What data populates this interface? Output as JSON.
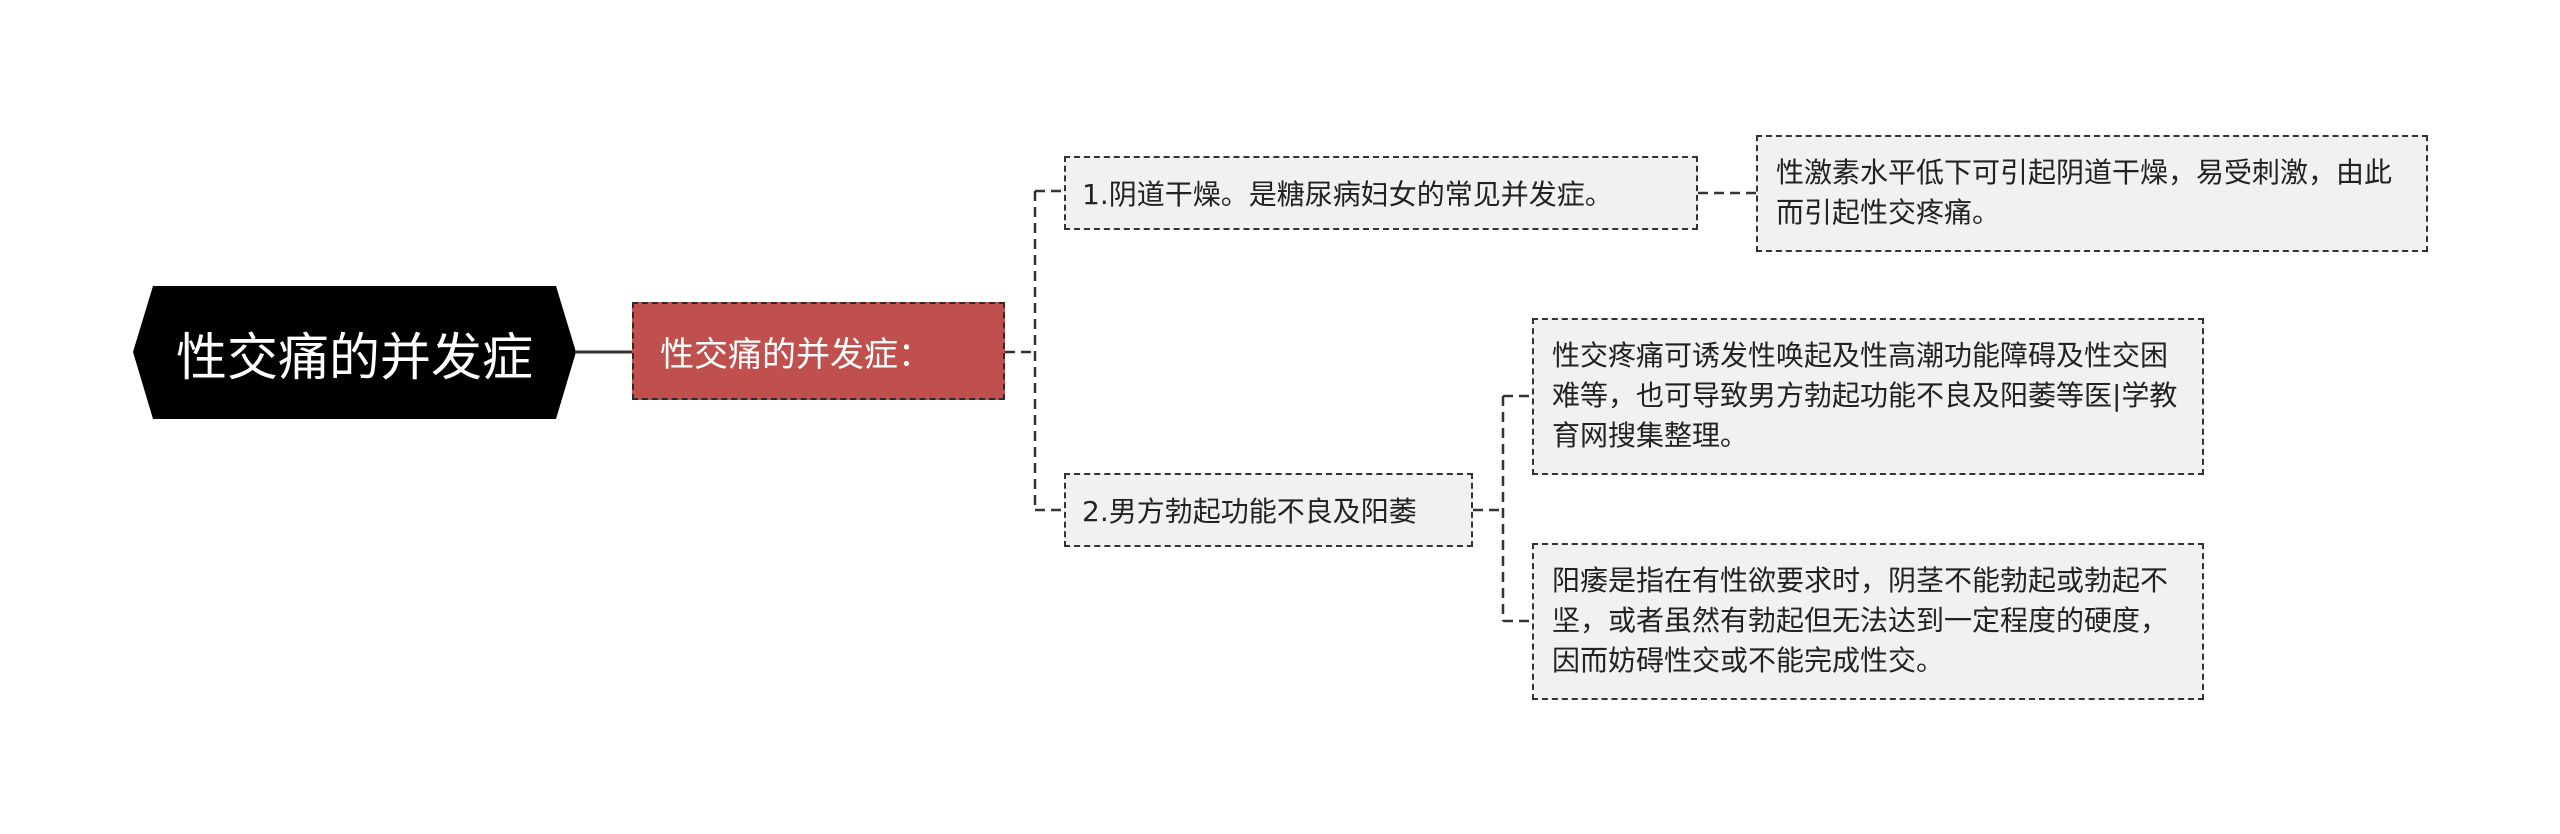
{
  "root": {
    "label": "性交痛的并发症",
    "fill": "#000000"
  },
  "main": {
    "label": "性交痛的并发症：",
    "fill": "#c0504d"
  },
  "topics": [
    {
      "label": "1.阴道干燥。是糖尿病妇女的常见并发症。",
      "details": [
        "性激素水平低下可引起阴道干燥，易受刺激，由此而引起性交疼痛。"
      ]
    },
    {
      "label": "2.男方勃起功能不良及阳萎",
      "details": [
        "性交疼痛可诱发性唤起及性高潮功能障碍及性交困难等，也可导致男方勃起功能不良及阳萎等医|学教育网搜集整理。",
        "阳痿是指在有性欲要求时，阴茎不能勃起或勃起不坚，或者虽然有勃起但无法达到一定程度的硬度，因而妨碍性交或不能完成性交。"
      ]
    }
  ],
  "colors": {
    "node_bg": "#f1f1f1",
    "line": "#333333"
  }
}
